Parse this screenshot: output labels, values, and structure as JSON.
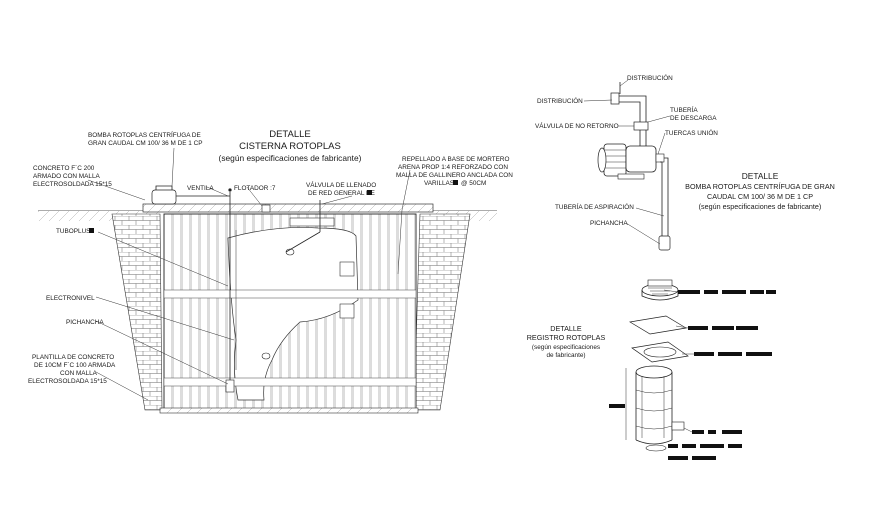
{
  "cistern": {
    "title": "DETALLE",
    "title2": "CISTERNA ROTOPLAS",
    "subtitle": "(según especificaciones de fabricante)",
    "labels": {
      "bomba_1": "BOMBA ROTOPLAS CENTRÍFUGA DE",
      "bomba_2": "GRAN CAUDAL CM 100/ 36 M DE 1 CP",
      "concreto_1": "CONCRETO F´C 200",
      "concreto_2": "ARMADO CON MALLA",
      "concreto_3": "ELECTROSOLDADA 15*15",
      "ventila": "VENTILA",
      "flotador": "FLOTADOR :7",
      "valvula_1": "VÁLVULA DE LLENADO",
      "valvula_2": "DE RED GENERAL DE",
      "repellado_1": "REPELLADO A BASE DE MORTERO",
      "repellado_2": "ARENA PROP 1:4 REFORZADO CON",
      "repellado_3": "MALLA DE GALLINERO ANCLADA CON",
      "repellado_4": "VARILLAS",
      "repellado_4b": "@ 50CM",
      "tuboplus": "TUBOPLUS",
      "electronivel": "ELECTRONIVEL",
      "pichancha": "PICHANCHA",
      "plantilla_1": "PLANTILLA DE CONCRETO",
      "plantilla_2": "DE 10CM  F´C 100 ARMADA",
      "plantilla_3": "CON MALLA",
      "plantilla_4": "ELECTROSOLDADA 15*15"
    }
  },
  "pump": {
    "title": "DETALLE",
    "title2": "BOMBA ROTOPLAS CENTRÍFUGA DE GRAN",
    "title3": "CAUDAL CM 100/ 36 M DE 1 CP",
    "subtitle": "(según especificaciones de fabricante)",
    "labels": {
      "distribucion_top": "DISTRIBUCIÓN",
      "distribucion_left": "DISTRIBUCIÓN",
      "tuberia_descarga_1": "TUBERÍA",
      "tuberia_descarga_2": "DE DESCARGA",
      "valvula_no_retorno": "VÁLVULA DE NO RETORNO",
      "tuercas_union": "TUERCAS UNIÓN",
      "tuberia_aspiracion": "TUBERÍA DE ASPIRACIÓN",
      "pichancha": "PICHANCHA"
    }
  },
  "registro": {
    "title": "DETALLE",
    "title2": "REGISTRO ROTOPLAS",
    "subtitle_1": "(según especificaciones",
    "subtitle_2": "de fabricante)"
  }
}
